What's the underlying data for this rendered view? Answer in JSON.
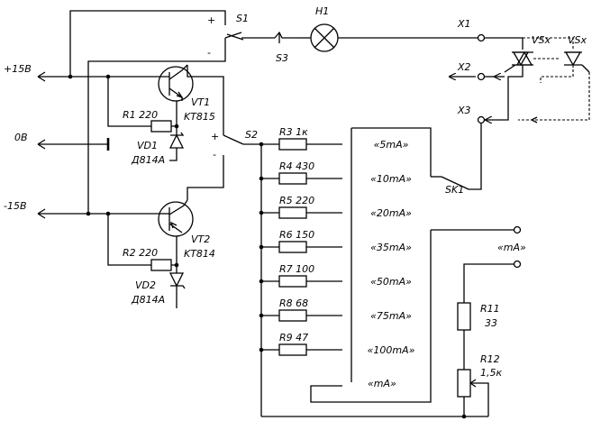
{
  "labels": {
    "v_plus": "+15В",
    "v_zero": "0В",
    "v_minus": "-15В",
    "s1": "S1",
    "s1_plus": "+",
    "s1_minus": "-",
    "s3": "S3",
    "h1": "H1",
    "x1": "X1",
    "x2": "X2",
    "x3": "X3",
    "vsx1": "VSx",
    "vsx2": "VSx",
    "vt1_name": "VT1",
    "vt1_type": "KT815",
    "vt2_name": "VT2",
    "vt2_type": "KT814",
    "r1": "R1 220",
    "r2": "R2 220",
    "vd1_name": "VD1",
    "vd1_type": "Д814А",
    "vd2_name": "VD2",
    "vd2_type": "Д814А",
    "s2": "S2",
    "s2_plus": "+",
    "s2_minus": "-",
    "sk1": "SK1",
    "r11_name": "R11",
    "r11_val": "33",
    "r12_name": "R12",
    "r12_val": "1,5к",
    "ma_terminal": "«mA»"
  },
  "ladder": [
    {
      "resistor": "R3 1к",
      "range": "«5mA»"
    },
    {
      "resistor": "R4 430",
      "range": "«10mA»"
    },
    {
      "resistor": "R5 220",
      "range": "«20mA»"
    },
    {
      "resistor": "R6 150",
      "range": "«35mA»"
    },
    {
      "resistor": "R7 100",
      "range": "«50mA»"
    },
    {
      "resistor": "R8 68",
      "range": "«75mA»"
    },
    {
      "resistor": "R9 47",
      "range": "«100mA»"
    }
  ],
  "ladder_last_range": "«mA»"
}
